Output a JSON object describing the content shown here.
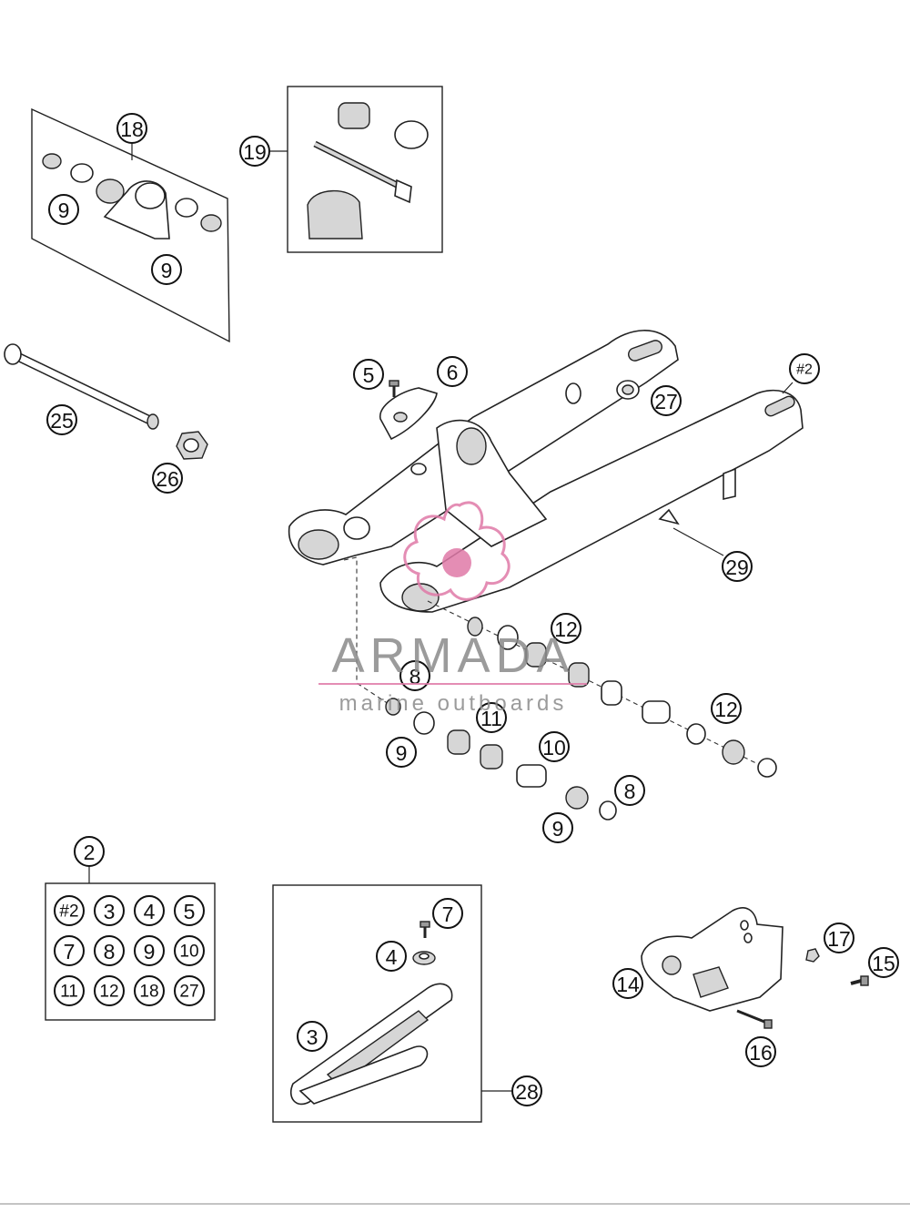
{
  "watermark": {
    "brand": "ARMADA",
    "tagline": "marine outboards",
    "color": "#8a8a8a",
    "accent": "#e07aa8"
  },
  "callouts": {
    "c18": "18",
    "c9a": "9",
    "c9b": "9",
    "c19": "19",
    "c25": "25",
    "c26": "26",
    "c5": "5",
    "c6": "6",
    "c27": "27",
    "c2top": "#2",
    "c29": "29",
    "c12a": "12",
    "c8a": "8",
    "c11": "11",
    "c12b": "12",
    "c9c": "9",
    "c10": "10",
    "c8b": "8",
    "c9d": "9",
    "c2": "2",
    "c7": "7",
    "c4": "4",
    "c3": "3",
    "c28": "28",
    "c14": "14",
    "c17": "17",
    "c15": "15",
    "c16": "16"
  },
  "kit_grid": [
    "#2",
    "3",
    "4",
    "5",
    "7",
    "8",
    "9",
    "10",
    "11",
    "12",
    "18",
    "27"
  ]
}
